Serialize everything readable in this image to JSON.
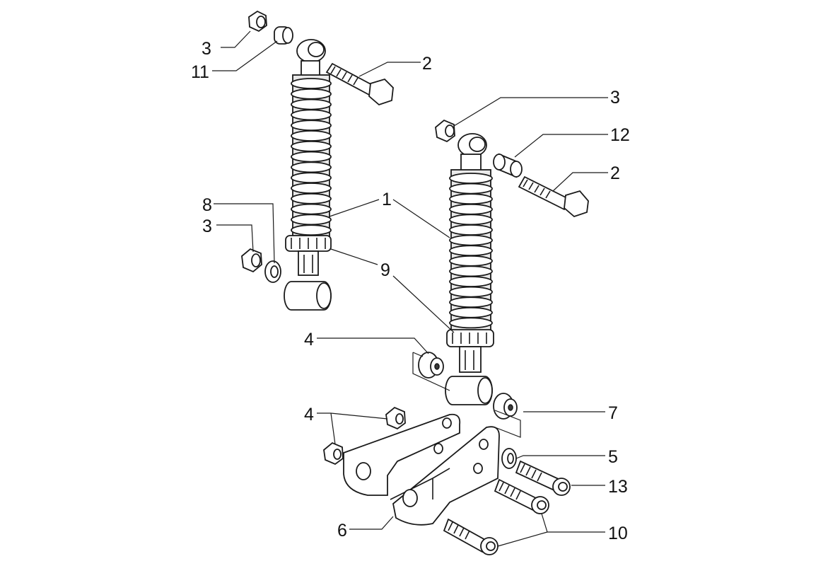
{
  "callouts": [
    {
      "id": "l3a",
      "text": "3"
    },
    {
      "id": "l11",
      "text": "11"
    },
    {
      "id": "l2a",
      "text": "2"
    },
    {
      "id": "l3b",
      "text": "3"
    },
    {
      "id": "l12",
      "text": "12"
    },
    {
      "id": "l2b",
      "text": "2"
    },
    {
      "id": "l1",
      "text": "1"
    },
    {
      "id": "l8",
      "text": "8"
    },
    {
      "id": "l3c",
      "text": "3"
    },
    {
      "id": "l9",
      "text": "9"
    },
    {
      "id": "l4a",
      "text": "4"
    },
    {
      "id": "l7",
      "text": "7"
    },
    {
      "id": "l4b",
      "text": "4"
    },
    {
      "id": "l5",
      "text": "5"
    },
    {
      "id": "l13",
      "text": "13"
    },
    {
      "id": "l6",
      "text": "6"
    },
    {
      "id": "l10",
      "text": "10"
    }
  ]
}
